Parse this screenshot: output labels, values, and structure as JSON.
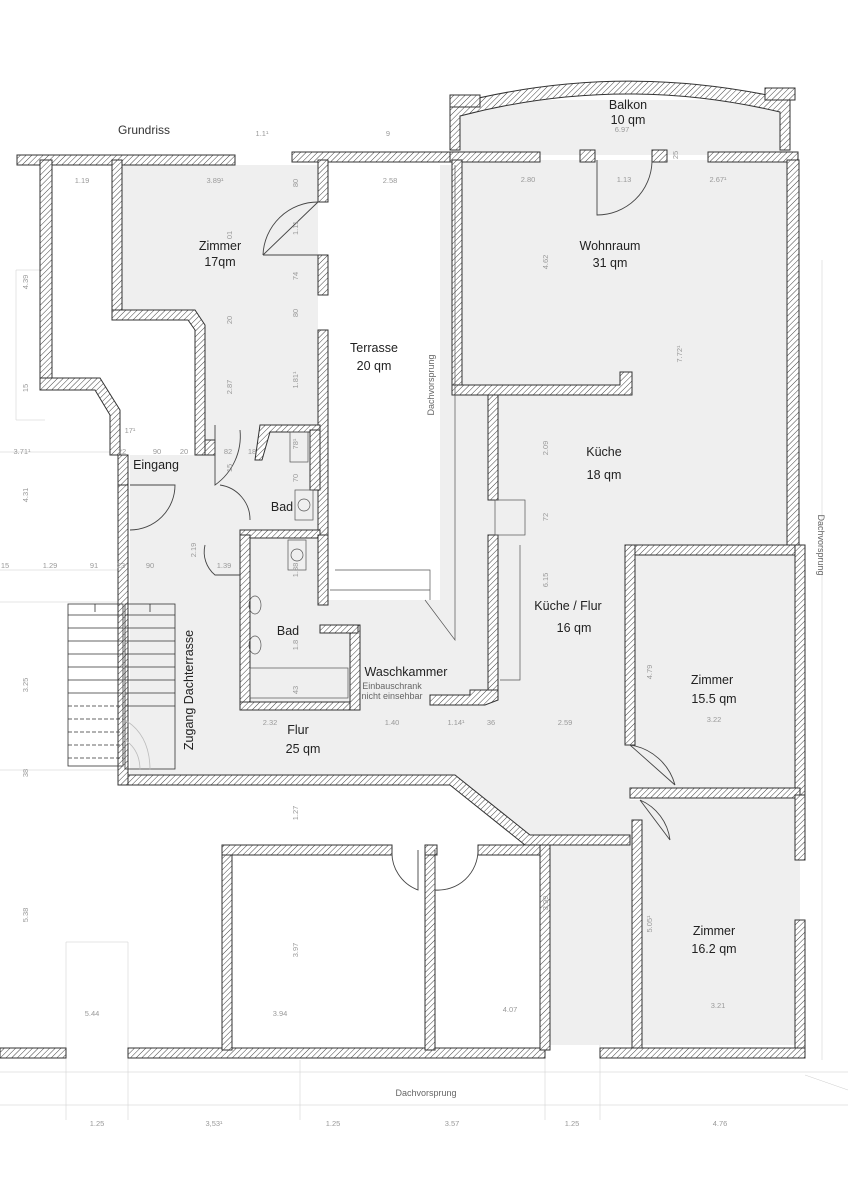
{
  "plan": {
    "title": "Grundriss",
    "rooms": {
      "balkon": {
        "name": "Balkon",
        "area": "10 qm"
      },
      "zimmer_nw": {
        "name": "Zimmer",
        "area": "17qm"
      },
      "terrasse": {
        "name": "Terrasse",
        "area": "20 qm"
      },
      "wohnraum": {
        "name": "Wohnraum",
        "area": "31 qm"
      },
      "kueche": {
        "name": "Küche",
        "area": "18 qm"
      },
      "kueche_flur": {
        "name": "Küche / Flur",
        "area": "16 qm"
      },
      "zimmer_e": {
        "name": "Zimmer",
        "area": "15.5 qm"
      },
      "zimmer_se": {
        "name": "Zimmer",
        "area": "16.2 qm"
      },
      "flur": {
        "name": "Flur",
        "area": "25 qm"
      },
      "bad_upper": {
        "name": "Bad"
      },
      "bad_lower": {
        "name": "Bad"
      },
      "waschkammer": {
        "name": "Waschkammer",
        "note1": "Einbauschrank",
        "note2": "nicht einsehbar"
      },
      "eingang": {
        "name": "Eingang"
      },
      "zugang": {
        "name": "Zugang Dachterrasse"
      }
    },
    "roof_labels": {
      "right": "Dachvorsprung",
      "bottom": "Dachvorsprung",
      "middle": "Dachvorsprung"
    },
    "dimensions": {
      "d_1_1": "1.1¹",
      "d_9": "9",
      "d_1_19": "1.19",
      "d_3_89": "3.89¹",
      "d_80a": "80",
      "d_2_58": "2.58",
      "d_2_80": "2.80",
      "d_1_13": "1.13",
      "d_2_67": "2.67¹",
      "d_6_97": "6.97",
      "d_25": "25",
      "d_1_11": "1.11",
      "d_74": "74",
      "d_80b": "80",
      "d_01": "01",
      "d_20": "20",
      "d_2_87": "2.87",
      "d_1_81": "1.81¹",
      "d_4_62": "4.62",
      "d_7_72": "7.72¹",
      "d_4_39": "4.39",
      "d_15a": "15",
      "d_3_71": "3.71¹",
      "d_17": "17¹",
      "d_22": "22",
      "d_90a": "90",
      "d_20b": "20",
      "d_82": "82",
      "d_18": "18",
      "d_78": "78¹",
      "d_70": "70",
      "d_15b": "15",
      "d_4_31": "4.31",
      "d_2_09": "2.09",
      "d_72": "72",
      "d_6_15": "6.15",
      "d_15c": "15",
      "d_1_29": "1.29",
      "d_91": "91",
      "d_23": "23",
      "d_90b": "90",
      "d_2_19": "2.19",
      "d_1_39": "1.39",
      "d_1_38": "1.38",
      "d_1_8": "1.8",
      "d_3_25": "3.25",
      "d_43": "43",
      "d_4_79": "4.79",
      "d_3_22": "3.22",
      "d_2_32": "2.32",
      "d_1_40": "1.40",
      "d_1_14": "1.14¹",
      "d_36": "36",
      "d_2_59": "2.59",
      "d_38": "38",
      "d_1_27": "1.27",
      "d_5_38": "5.38",
      "d_3_97": "3.97",
      "d_3_99": "3.99",
      "d_5_05": "5.05¹",
      "d_5_44": "5.44",
      "d_3_94": "3.94",
      "d_4_07": "4.07",
      "d_3_21": "3.21",
      "b_1_25a": "1.25",
      "b_3_53": "3,53¹",
      "b_1_25b": "1.25",
      "b_3_57": "3.57",
      "b_1_25c": "1.25",
      "b_4_76": "4.76"
    },
    "colors": {
      "floor": "#efefef",
      "wall": "#333333",
      "dim": "#9a9a9a"
    }
  }
}
